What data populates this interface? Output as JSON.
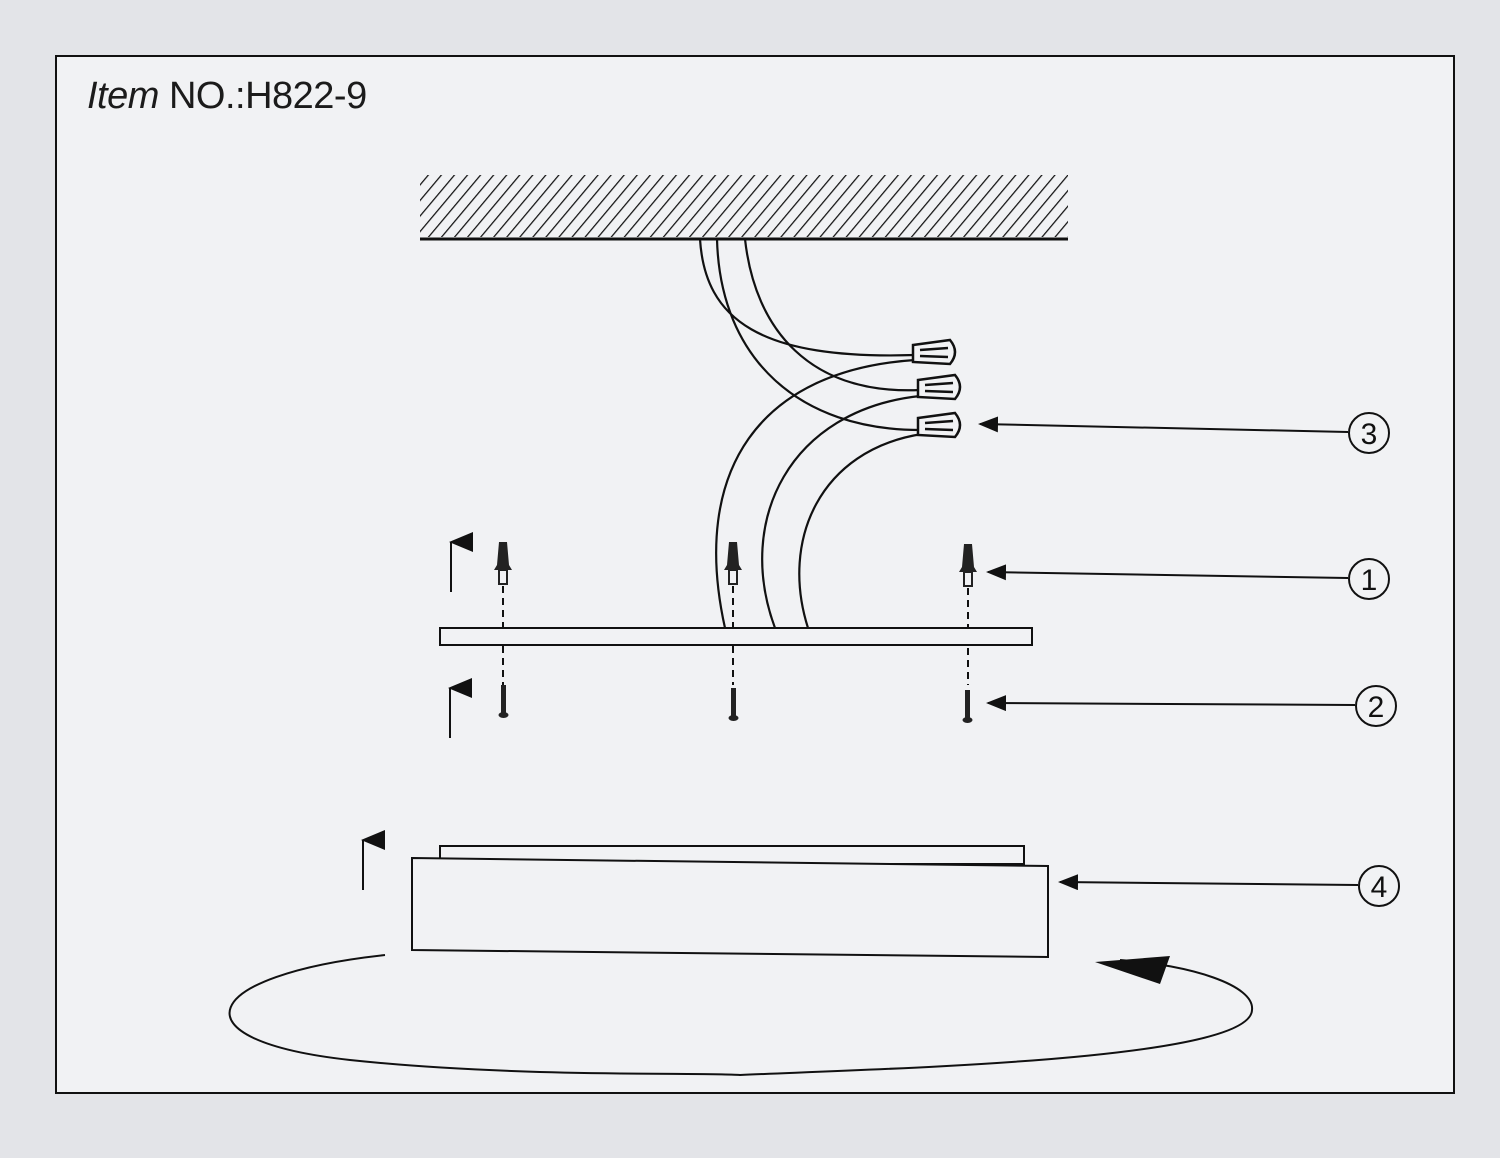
{
  "title": {
    "prefix": "Item",
    "value": "NO.:H822-9"
  },
  "callouts": [
    {
      "number": "3",
      "part": "wire-connector"
    },
    {
      "number": "1",
      "part": "wall-anchor"
    },
    {
      "number": "2",
      "part": "screw"
    },
    {
      "number": "4",
      "part": "lamp-body"
    }
  ]
}
